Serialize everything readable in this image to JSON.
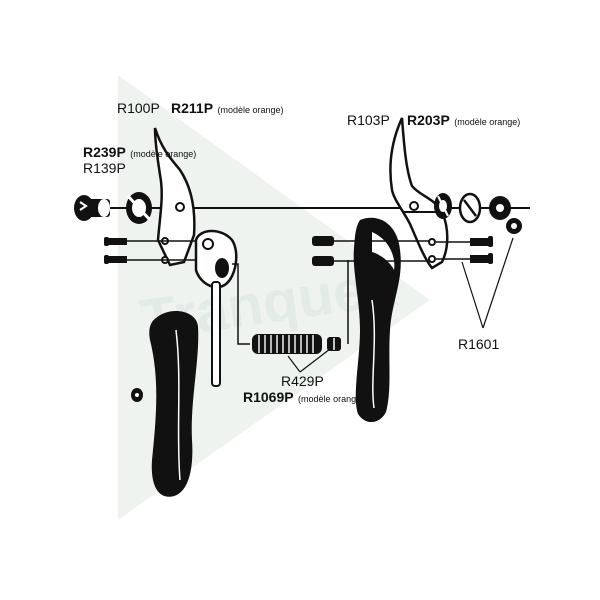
{
  "colors": {
    "ink": "#111111",
    "watermark": "#e8eeeb",
    "paper": "#ffffff"
  },
  "watermark": {
    "text": "Tranquex"
  },
  "labels": {
    "r100p": "R100P",
    "r211p": "R211P",
    "r211p_note": "(modèle orange)",
    "r239p": "R239P",
    "r239p_note": "(modèle orange)",
    "r139p": "R139P",
    "r103p": "R103P",
    "r203p": "R203P",
    "r203p_note": "(modèle orange)",
    "r1601": "R1601",
    "r429p": "R429P",
    "r1069p": "R1069P",
    "r1069p_note": "(modèle orange)"
  }
}
